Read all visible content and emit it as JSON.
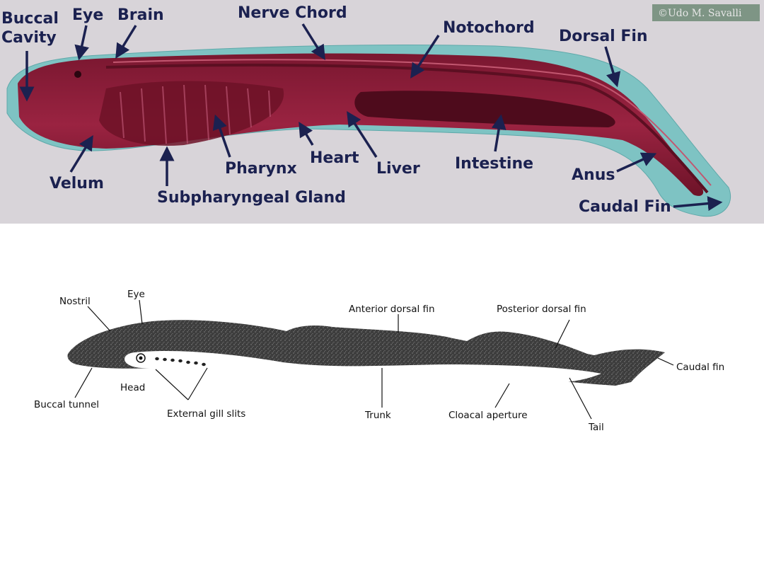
{
  "photo": {
    "credit": "©Udo M. Savalli",
    "labels": {
      "buccal_cavity_line1": "Buccal",
      "buccal_cavity_line2": "Cavity",
      "eye": "Eye",
      "brain": "Brain",
      "nerve_chord": "Nerve Chord",
      "notochord": "Notochord",
      "dorsal_fin": "Dorsal Fin",
      "velum": "Velum",
      "pharynx": "Pharynx",
      "heart": "Heart",
      "liver": "Liver",
      "intestine": "Intestine",
      "anus": "Anus",
      "caudal_fin": "Caudal Fin",
      "subpharyngeal_gland": "Subpharyngeal Gland"
    },
    "colors": {
      "background": "#d8d4d9",
      "fin": "#7ec3c3",
      "tissue": "#8b1a34",
      "arrow": "#1b2150"
    }
  },
  "drawing": {
    "labels": {
      "nostril": "Nostril",
      "eye": "Eye",
      "anterior_dorsal_fin": "Anterior dorsal fin",
      "posterior_dorsal_fin": "Posterior dorsal fin",
      "caudal_fin": "Caudal fin",
      "head": "Head",
      "buccal_tunnel": "Buccal tunnel",
      "external_gill_slits": "External gill slits",
      "trunk": "Trunk",
      "cloacal_aperture": "Cloacal aperture",
      "tail": "Tail"
    }
  }
}
